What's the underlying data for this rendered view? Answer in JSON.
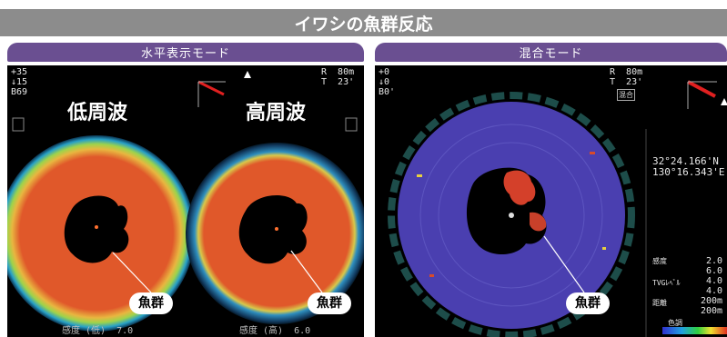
{
  "title": "イワシの魚群反応",
  "left_panel": {
    "mode_label": "水平表示モード",
    "low_freq_label": "低周波",
    "high_freq_label": "高周波",
    "school_label_1": "魚群",
    "school_label_2": "魚群",
    "readout_top_left": "+35\n↓15\nB69",
    "readout_top_right": "R  80m\nT  23'",
    "bottom_left_text": "感度 (低)  7.0",
    "bottom_right_text": "感度 (高)  6.0"
  },
  "right_panel": {
    "mode_label": "混合モード",
    "school_label": "魚群",
    "readout_top_left": "+0\n↓0\nB0'",
    "readout_top_right": "R  80m\nT  23'",
    "mix_tag": "混合",
    "lat": "32°24.166'N",
    "lon": "130°16.343'E",
    "sensitivity_label": "感度",
    "sensitivity_values": "2.0\n6.0",
    "tvg_label": "TVGﾚﾍﾞﾙ",
    "tvg_values": "4.0\n4.0",
    "distance_label": "距離",
    "distance_values": "200m\n200m",
    "color_label": "色調"
  },
  "colors": {
    "title_bg": "#8c8c8c",
    "tab_bg": "#6a4f91",
    "echo_red": "#e0582a",
    "mix_blue": "#4a3fb0"
  }
}
